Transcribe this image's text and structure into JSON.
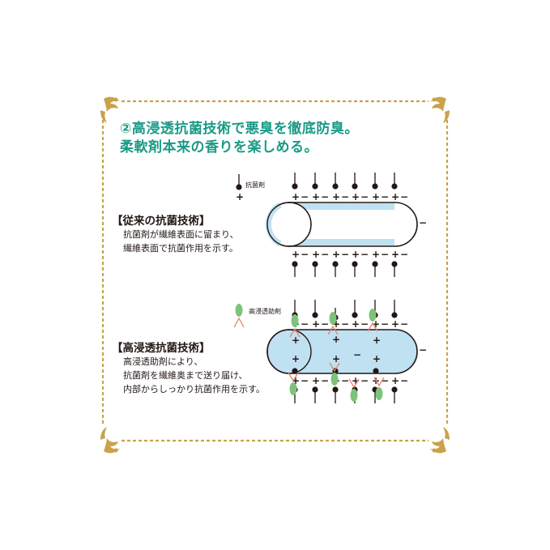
{
  "heading": {
    "line1": "②高浸透抗菌技術で悪臭を徹底防臭。",
    "line2": "柔軟剤本来の香りを楽しめる。"
  },
  "conventional": {
    "title": "【従来の抗菌技術】",
    "desc_line1": "抗菌剤が繊維表面に留まり、",
    "desc_line2": "繊維表面で抗菌作用を示す。",
    "legend_label": "抗菌剤"
  },
  "high_penetration": {
    "title": "【高浸透抗菌技術】",
    "desc_line1": "高浸透助剤により、",
    "desc_line2": "抗菌剤を繊維奥まで送り届け、",
    "desc_line3": "内部からしっかり抗菌作用を示す。",
    "legend_label": "高浸透助剤"
  },
  "signs": {
    "plus": "+",
    "minus": "−"
  },
  "colors": {
    "heading": "#1a9a85",
    "frame_gold": "#c9a24a",
    "fiber_fill": "#bfe1f2",
    "fiber_outline": "#231815",
    "agent_dot": "#231815",
    "assistant_green": "#7dc37a",
    "assistant_stroke": "#e8826b"
  }
}
